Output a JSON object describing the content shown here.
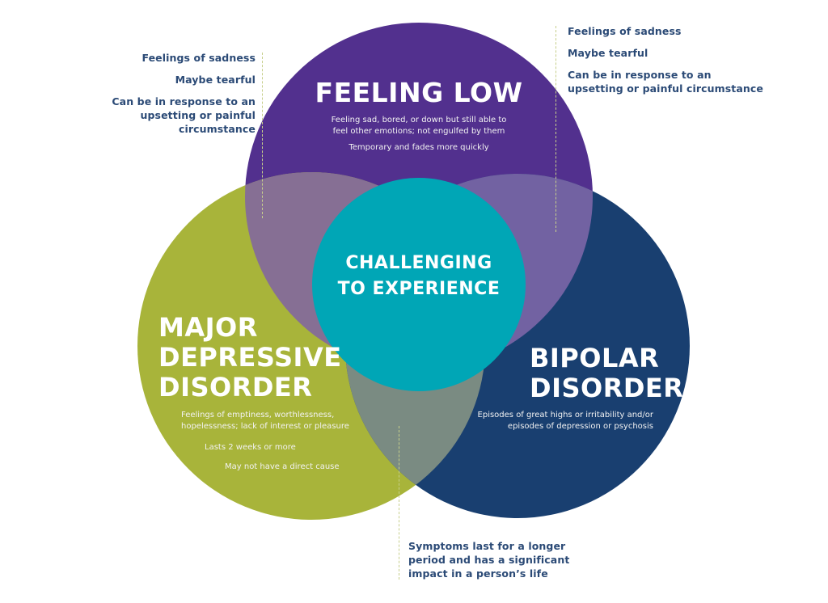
{
  "colors": {
    "feeling_low": "#52308e",
    "major_depressive": "#a8b43a",
    "bipolar": "#193f70",
    "center": "#00a6b6",
    "overlap_low_mdd": "#866f94",
    "overlap_low_bipolar": "#7262a2",
    "overlap_mdd_bipolar": "#7a8b82",
    "note_text": "#2b4a76",
    "leader_line": "#c7cf8c"
  },
  "circles": {
    "feeling_low": {
      "title": "FEELING LOW",
      "desc_lines": [
        "Feeling sad, bored, or down but still able to",
        "feel other emotions; not engulfed by them"
      ],
      "desc2": "Temporary and fades more quickly"
    },
    "major_depressive": {
      "title_lines": [
        "MAJOR",
        "DEPRESSIVE",
        "DISORDER"
      ],
      "desc_lines": [
        "Feelings of emptiness, worthlessness,",
        "hopelessness; lack of interest or pleasure"
      ],
      "desc2": "Lasts 2 weeks or more",
      "desc3": "May not have a direct cause"
    },
    "bipolar": {
      "title_lines": [
        "BIPOLAR",
        "DISORDER"
      ],
      "desc_lines": [
        "Episodes of great highs or irritability and/or",
        "episodes of depression or psychosis"
      ]
    },
    "center": {
      "title_lines": [
        "CHALLENGING",
        "TO EXPERIENCE"
      ]
    }
  },
  "notes": {
    "left": {
      "items": [
        "Feelings of sadness",
        "Maybe tearful"
      ],
      "multi": [
        "Can be in response to an",
        "upsetting or painful circumstance"
      ]
    },
    "right": {
      "items": [
        "Feelings of sadness",
        "Maybe tearful"
      ],
      "multi": [
        "Can be in response to an",
        "upsetting or painful circumstance"
      ]
    },
    "bottom": {
      "lines": [
        "Symptoms last for a longer",
        "period and has a significant",
        "impact in a person’s life"
      ]
    }
  }
}
